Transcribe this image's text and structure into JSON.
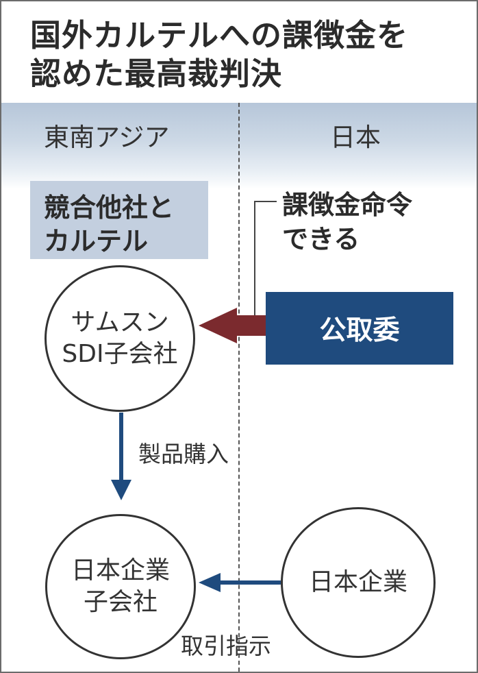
{
  "title": {
    "line1": "国外カルテルへの課徴金を",
    "line2": "認めた最高裁判決"
  },
  "regions": {
    "left": "東南アジア",
    "right": "日本"
  },
  "cartel_note": {
    "line1": "競合他社と",
    "line2": "カルテル"
  },
  "authority_note": {
    "line1": "課徴金命令",
    "line2": "できる"
  },
  "nodes": {
    "ftc": "公取委",
    "samsung": {
      "line1": "サムスン",
      "line2": "SDI子会社"
    },
    "japan_subsidiary": {
      "line1": "日本企業",
      "line2": "子会社"
    },
    "japan_company": "日本企業"
  },
  "edges": {
    "purchase": "製品購入",
    "instruction": "取引指示"
  },
  "colors": {
    "ftc_box": "#1f4b7e",
    "order_arrow": "#7b2a2e",
    "flow_arrow": "#1f4b7e",
    "cartel_box": "#c3cfdf",
    "region_band": "#b6c6d9"
  }
}
